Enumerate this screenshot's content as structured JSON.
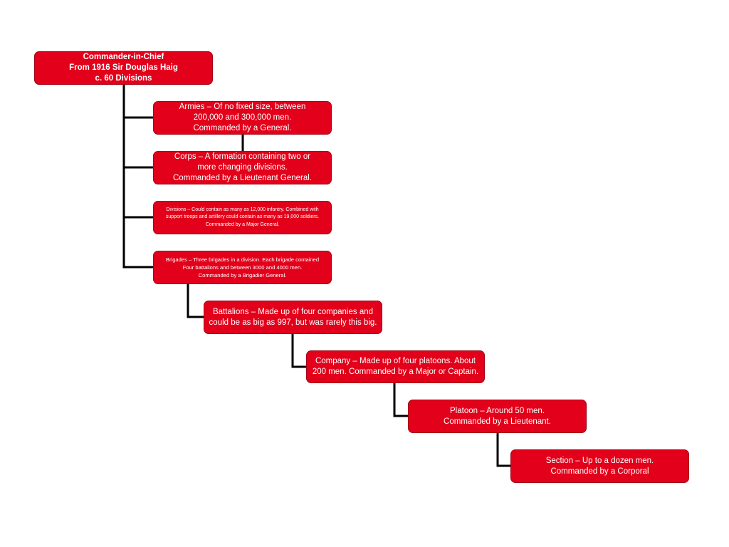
{
  "colors": {
    "box_fill": "#e2001a",
    "box_border": "#a30014",
    "box_text": "#ffffff",
    "connector": "#000000"
  },
  "hierarchy": {
    "commander": {
      "lines": [
        "Commander-in-Chief",
        "From 1916 Sir Douglas Haig",
        "c. 60 Divisions"
      ]
    },
    "armies": {
      "lines": [
        "Armies – Of no fixed size, between",
        "200,000 and 300,000 men.",
        "Commanded by a General."
      ]
    },
    "corps": {
      "lines": [
        "Corps – A formation containing two or",
        "more changing divisions.",
        "Commanded by a Lieutenant General."
      ]
    },
    "divisions": {
      "lines": [
        "Divisions – Could contain as many as 12,000 infantry.  Combined with",
        "support  troops and artillery could contain as many as 19,000 soldiers.",
        "Commanded by a Major General."
      ]
    },
    "brigades": {
      "lines": [
        "Brigades – Three brigades in a division.  Each brigade contained",
        "Four battalions and  between 3000 and 4000 men.",
        "Commanded by a Brigadier General."
      ]
    },
    "battalions": {
      "lines": [
        "Battalions – Made up of four companies and",
        "could be as big as 997, but was rarely this big."
      ]
    },
    "company": {
      "lines": [
        "Company – Made up of four platoons. About",
        "200 men. Commanded by a Major or Captain."
      ]
    },
    "platoon": {
      "lines": [
        "Platoon – Around 50 men.",
        "Commanded by a Lieutenant."
      ]
    },
    "section": {
      "lines": [
        "Section – Up to a dozen men.",
        "Commanded by a Corporal"
      ]
    }
  }
}
